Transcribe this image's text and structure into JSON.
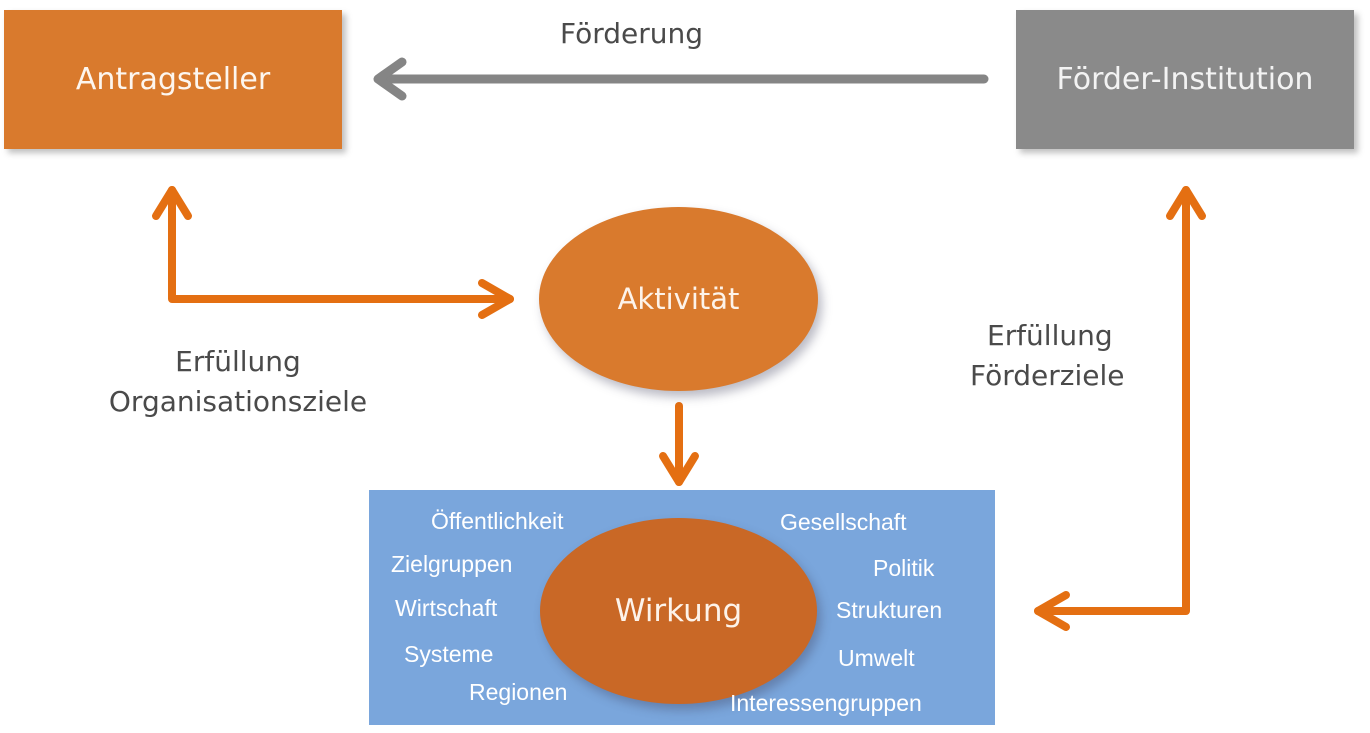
{
  "nodes": {
    "antragsteller": "Antragsteller",
    "foerder_institution": "Förder-Institution",
    "aktivitaet": "Aktivität",
    "wirkung": "Wirkung"
  },
  "edge_labels": {
    "foerderung": "Förderung",
    "org_ziele_line1": "Erfüllung",
    "org_ziele_line2": "Organisationsziele",
    "foerderziele_line1": "Erfüllung",
    "foerderziele_line2": "Förderziele"
  },
  "impact_keywords": {
    "left": [
      "Öffentlichkeit",
      "Zielgruppen",
      "Wirtschaft",
      "Systeme",
      "Regionen"
    ],
    "right": [
      "Gesellschaft",
      "Politik",
      "Strukturen",
      "Umwelt",
      "Interessengruppen"
    ]
  },
  "colors": {
    "orange": "#d97a2d",
    "arrow_orange": "#e46f12",
    "gray": "#8a8a8a",
    "blue_panel": "#7aa6dc",
    "dark_orange": "#c96826"
  }
}
